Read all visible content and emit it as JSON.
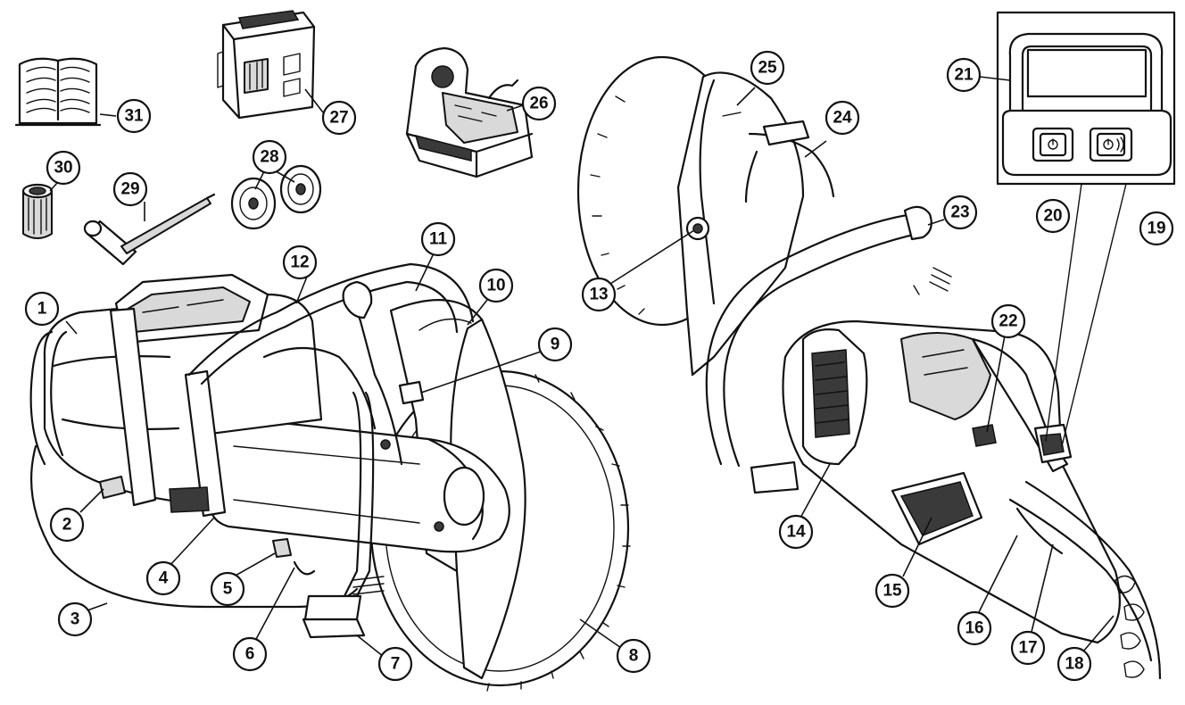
{
  "callouts": [
    {
      "id": "1",
      "label": "1"
    },
    {
      "id": "2",
      "label": "2"
    },
    {
      "id": "3",
      "label": "3"
    },
    {
      "id": "4",
      "label": "4"
    },
    {
      "id": "5",
      "label": "5"
    },
    {
      "id": "6",
      "label": "6"
    },
    {
      "id": "7",
      "label": "7"
    },
    {
      "id": "8",
      "label": "8"
    },
    {
      "id": "9",
      "label": "9"
    },
    {
      "id": "10",
      "label": "10"
    },
    {
      "id": "11",
      "label": "11"
    },
    {
      "id": "12",
      "label": "12"
    },
    {
      "id": "13",
      "label": "13"
    },
    {
      "id": "14",
      "label": "14"
    },
    {
      "id": "15",
      "label": "15"
    },
    {
      "id": "16",
      "label": "16"
    },
    {
      "id": "17",
      "label": "17"
    },
    {
      "id": "18",
      "label": "18"
    },
    {
      "id": "19",
      "label": "19"
    },
    {
      "id": "20",
      "label": "20"
    },
    {
      "id": "21",
      "label": "21"
    },
    {
      "id": "22",
      "label": "22"
    },
    {
      "id": "23",
      "label": "23"
    },
    {
      "id": "24",
      "label": "24"
    },
    {
      "id": "25",
      "label": "25"
    },
    {
      "id": "26",
      "label": "26"
    },
    {
      "id": "27",
      "label": "27"
    },
    {
      "id": "28",
      "label": "28"
    },
    {
      "id": "29",
      "label": "29"
    },
    {
      "id": "30",
      "label": "30"
    },
    {
      "id": "31",
      "label": "31"
    }
  ],
  "icons": {
    "manual": "open-book-icon",
    "socket": "socket-wrench-icon",
    "key": "combination-key-icon",
    "flanges": "blade-flanges-icon",
    "battery": "battery-pack-icon",
    "charger": "battery-charger-icon",
    "power-button": "power-button-icon",
    "mode-button": "mode-button-icon"
  },
  "colors": {
    "line": "#111111",
    "background": "#ffffff"
  }
}
